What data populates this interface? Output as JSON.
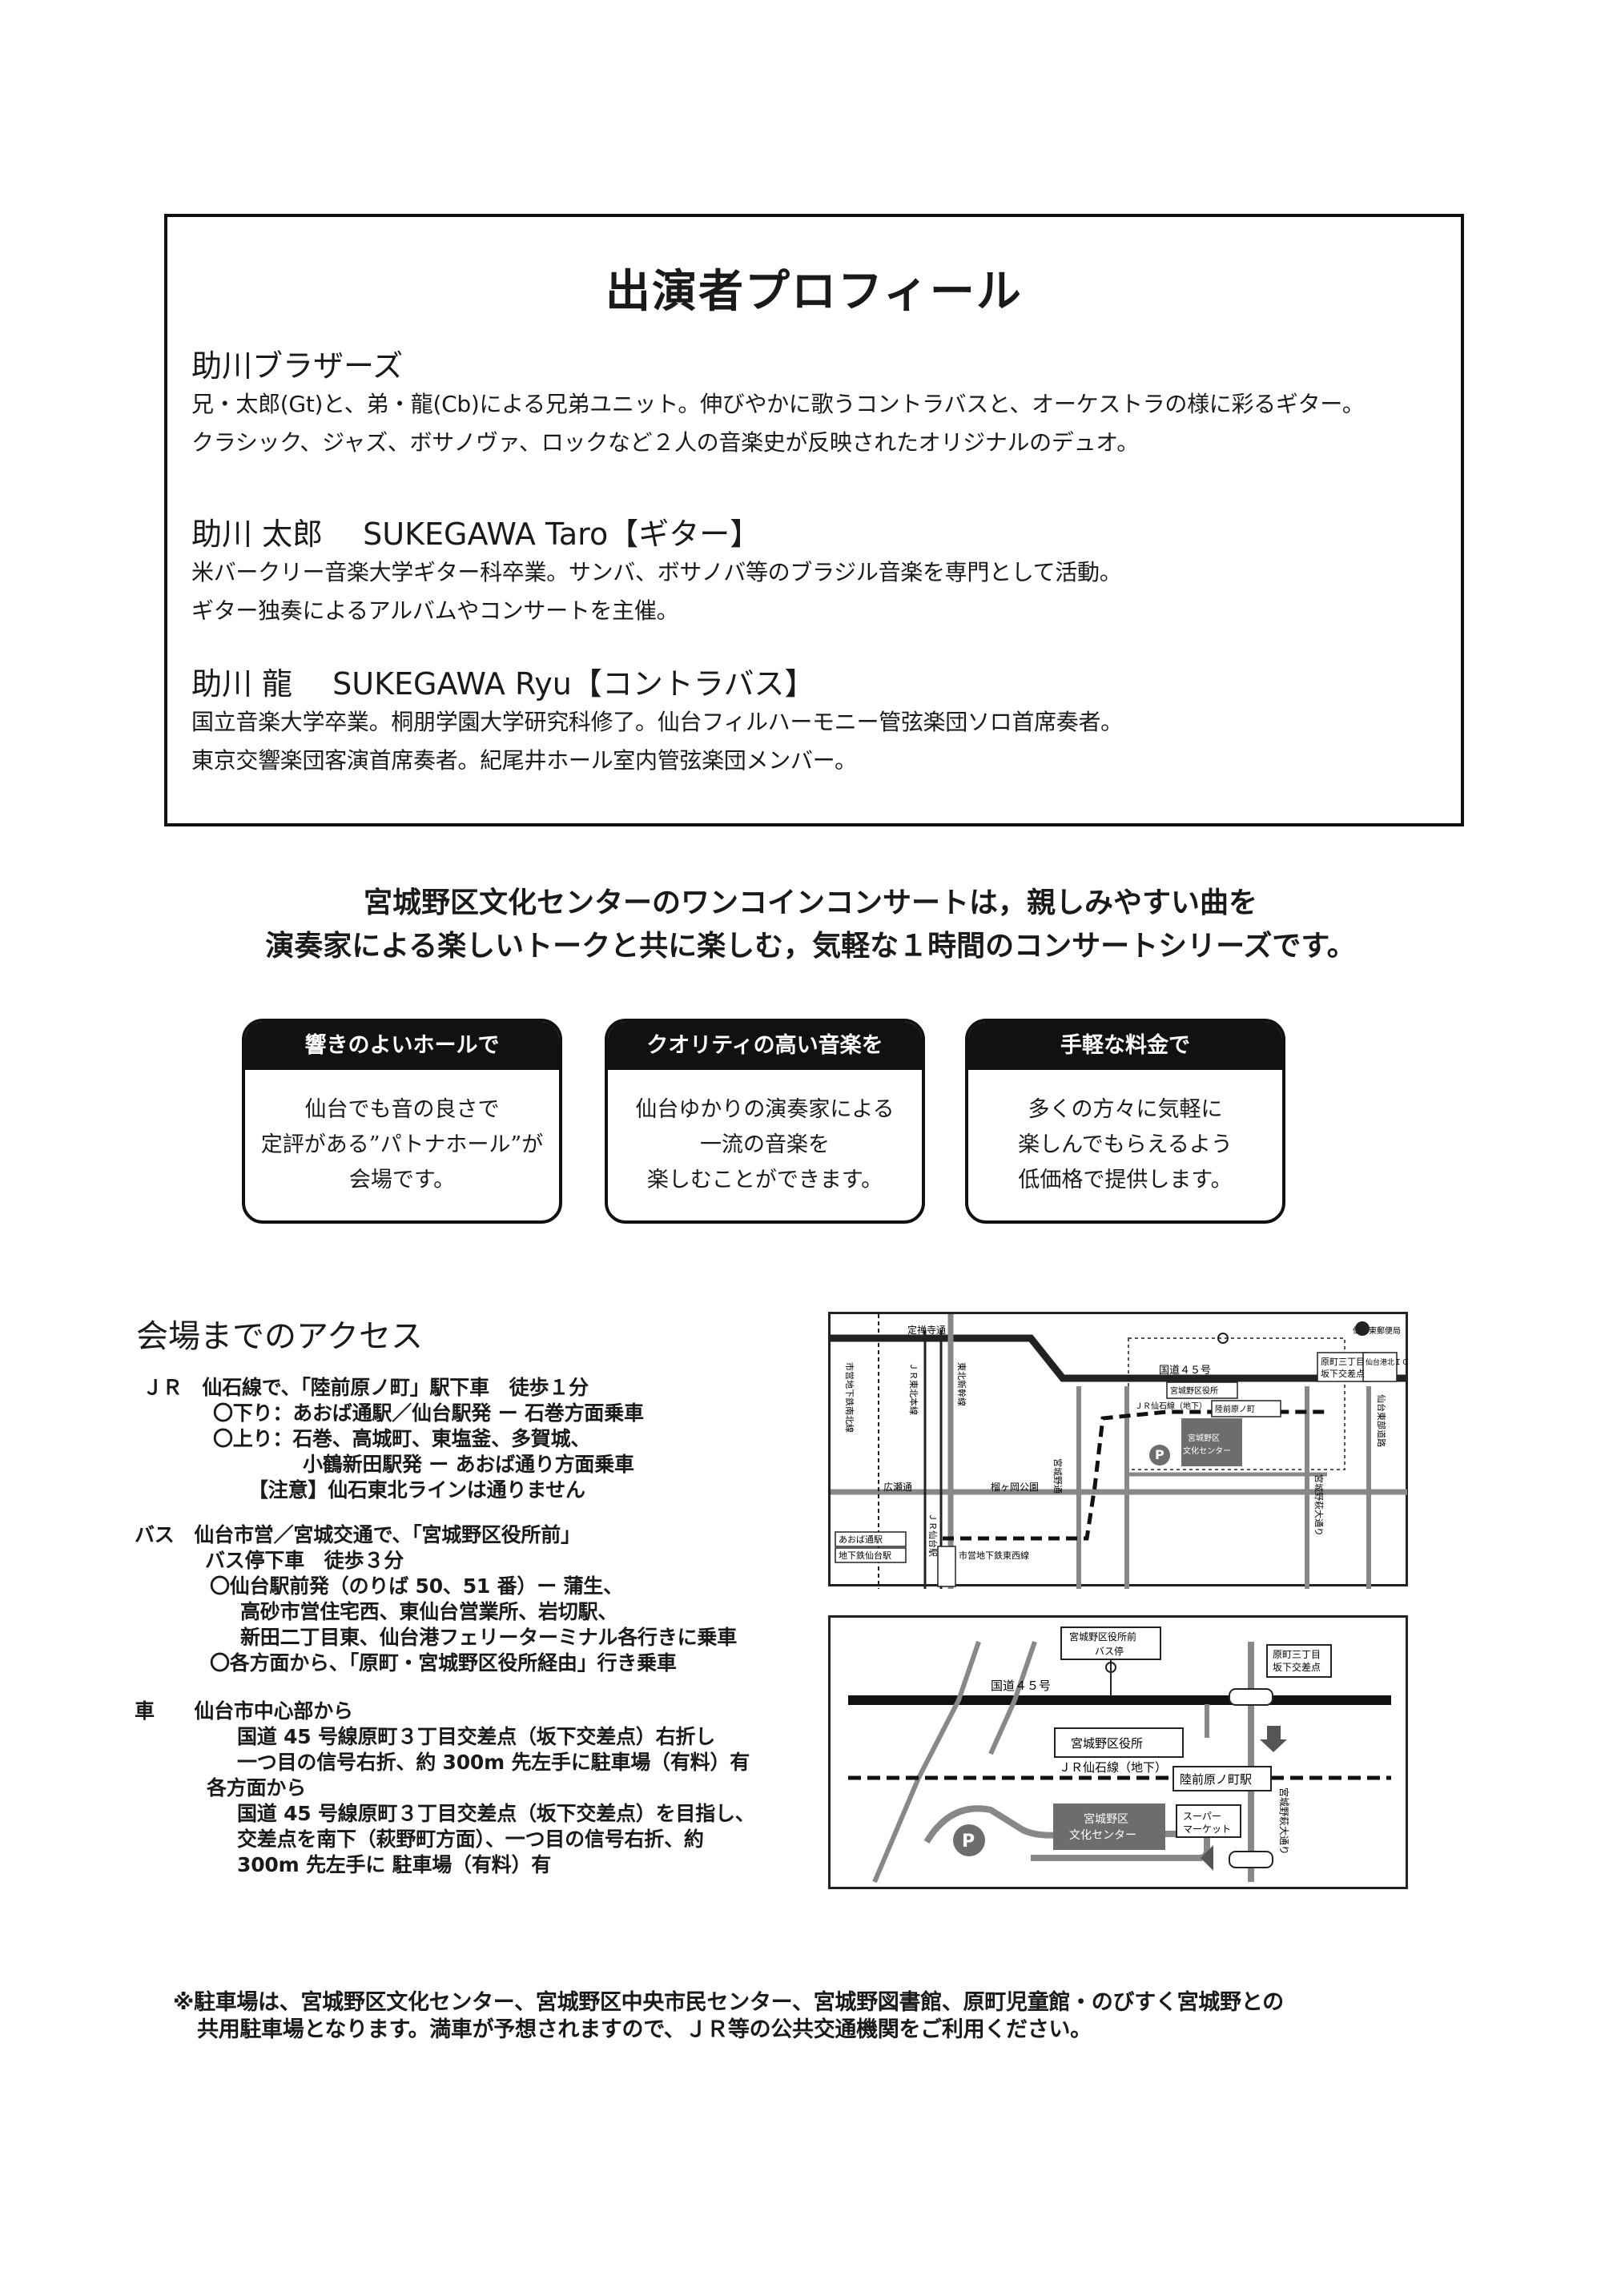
{
  "profile": {
    "title": "出演者プロフィール",
    "performers": [
      {
        "name": "助川ブラザーズ",
        "lines": [
          "兄・太郎(Gt)と、弟・龍(Cb)による兄弟ユニット。伸びやかに歌うコントラバスと、オーケストラの様に彩るギター。",
          "クラシック、ジャズ、ボサノヴァ、ロックなど２人の音楽史が反映されたオリジナルのデュオ。"
        ]
      },
      {
        "name": "助川 太郎　 SUKEGAWA Taro【ギター】",
        "lines": [
          "米バークリー音楽大学ギター科卒業。サンバ、ボサノバ等のブラジル音楽を専門として活動。",
          "ギター独奏によるアルバムやコンサートを主催。"
        ]
      },
      {
        "name": "助川 龍　 SUKEGAWA Ryu【コントラバス】",
        "lines": [
          "国立音楽大学卒業。桐朋学園大学研究科修了。仙台フィルハーモニー管弦楽団ソロ首席奏者。",
          "東京交響楽団客演首席奏者。紀尾井ホール室内管弦楽団メンバー。"
        ]
      }
    ]
  },
  "intro": [
    "宮城野区文化センターのワンコインコンサートは，親しみやすい曲を",
    "演奏家による楽しいトークと共に楽しむ，気軽な１時間のコンサートシリーズです。"
  ],
  "features": [
    {
      "title": "響きのよいホールで",
      "lines": [
        "仙台でも音の良さで",
        "定評がある”パトナホール”が",
        "会場です。"
      ]
    },
    {
      "title": "クオリティの高い音楽を",
      "lines": [
        "仙台ゆかりの演奏家による",
        "一流の音楽を",
        "楽しむことができます。"
      ]
    },
    {
      "title": "手軽な料金で",
      "lines": [
        "多くの方々に気軽に",
        "楽しんでもらえるよう",
        "低価格で提供します。"
      ]
    }
  ],
  "access": {
    "title": "会場までのアクセス",
    "lines": [
      "ＪＲ　仙石線で、「陸前原ノ町」駅下車　徒歩１分",
      "〇下り：あおば通駅／仙台駅発 ー 石巻方面乗車",
      "〇上り：石巻、高城町、東塩釜、多賀城、",
      "小鶴新田駅発 ー あおば通り方面乗車",
      "【注意】仙石東北ラインは通りません",
      "バス　仙台市営／宮城交通で、「宮城野区役所前」",
      "バス停下車　徒歩３分",
      "〇仙台駅前発（のりば 50、51 番）ー 蒲生、",
      "高砂市営住宅西、東仙台営業所、岩切駅、",
      "新田二丁目東、仙台港フェリーターミナル各行きに乗車",
      "〇各方面から、「原町・宮城野区役所経由」行き乗車",
      "車　　仙台市中心部から",
      "国道 45 号線原町３丁目交差点（坂下交差点）右折し",
      "一つ目の信号右折、約 300m 先左手に駐車場（有料）有",
      "各方面から",
      "国道 45 号線原町３丁目交差点（坂下交差点）を目指し、",
      "交差点を南下（萩野町方面）、一つ目の信号右折、約",
      "300m 先左手に 駐車場（有料）有"
    ]
  },
  "map1": {
    "labels": {
      "teizenji": "定禅寺通",
      "kokudo45": "国道４５号",
      "harama3": "原町三丁目",
      "sakashita": "坂下交差点",
      "hall": "宮城野区役所",
      "station": "陸前原ノ町",
      "jr": "ＪＲ仙石線（地下）",
      "center": "宮城野区",
      "center2": "文化センター",
      "subway_ns": "市営地下鉄南北線",
      "jr_tohoku": "ＪＲ東北本線",
      "shinkansen": "東北新幹線",
      "hirose": "広瀬通",
      "miyagino": "宮城野通",
      "jr_sendai": "ＪＲ仙台駅",
      "tsutsujigaoka": "榴ヶ岡公園",
      "aoba": "あおば通駅",
      "chika_sendai": "地下鉄仙台駅",
      "subway_ew": "市営地下鉄東西線",
      "ekimae_dori": "宮城野萩大通り",
      "ic": "仙台港北ＩＣ",
      "expressway": "仙台東部道路",
      "yubin": "仙台東郵便局",
      "parking": "P"
    }
  },
  "map2": {
    "labels": {
      "bus_stop": "宮城野区役所前",
      "bus_stop2": "バス停",
      "harama3": "原町三丁目",
      "sakashita": "坂下交差点",
      "kokudo45": "国道４５号",
      "ward_office": "宮城野区役所",
      "jr": "ＪＲ仙石線（地下）",
      "station": "陸前原ノ町駅",
      "center": "宮城野区",
      "center2": "文化センター",
      "super": "スーパー",
      "super2": "マーケット",
      "hagino": "宮城野萩大通り",
      "parking": "P"
    }
  },
  "footnote": [
    "※駐車場は、宮城野区文化センター、宮城野区中央市民センター、宮城野図書館、原町児童館・のびすく宮城野との",
    "共用駐車場となります。満車が予想されますので、ＪＲ等の公共交通機関をご利用ください。"
  ]
}
